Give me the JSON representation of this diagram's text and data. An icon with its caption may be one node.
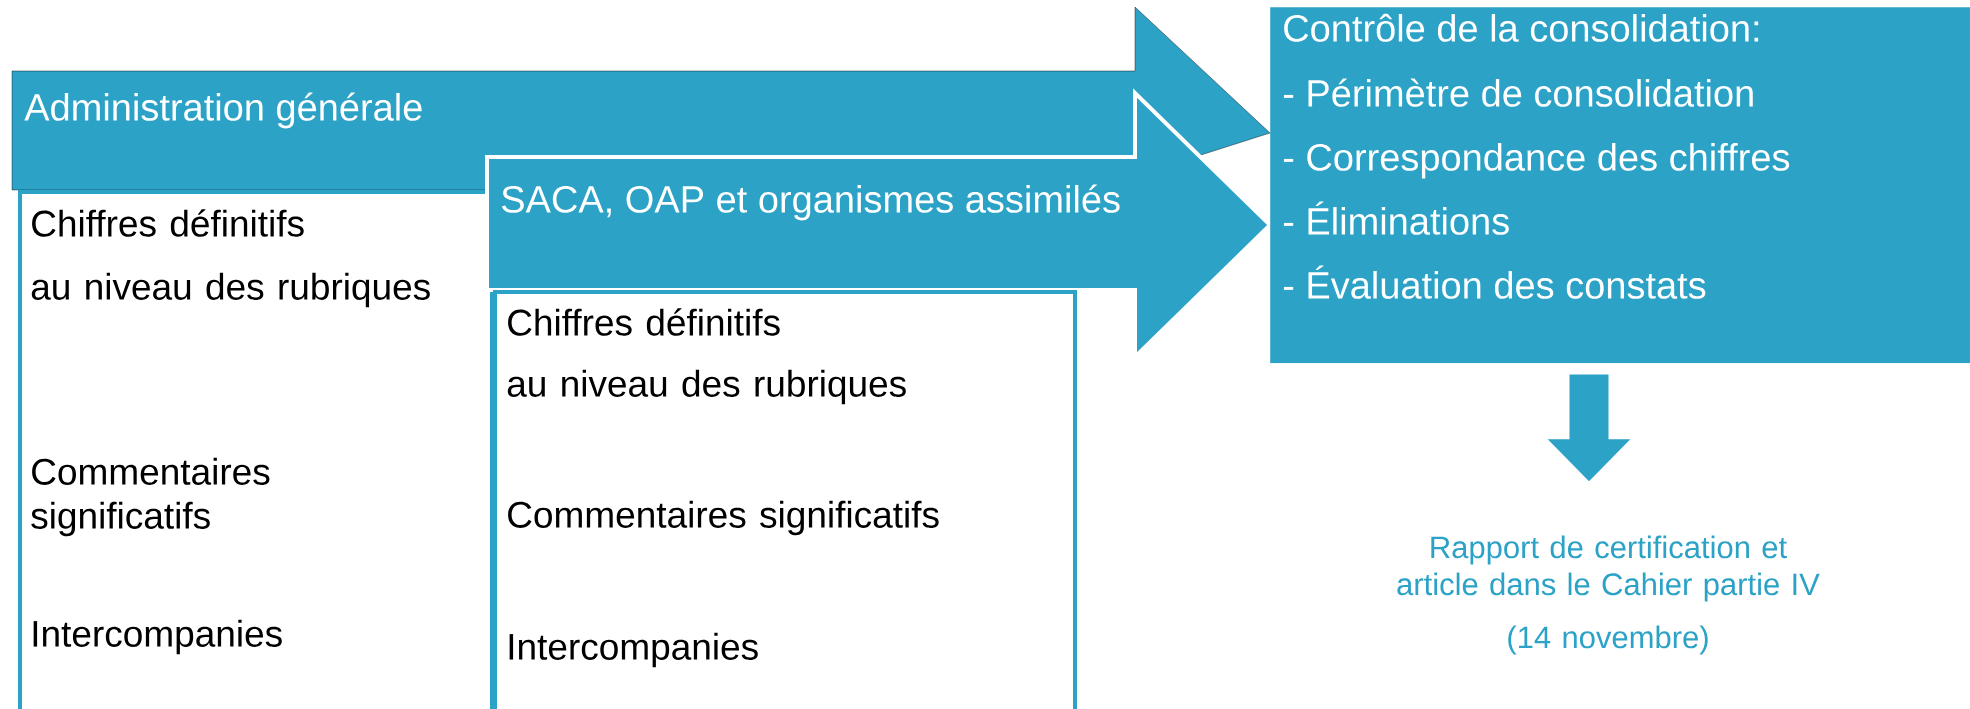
{
  "diagram": {
    "nodes": [
      {
        "text": [
          "Administration générale"
        ]
      },
      {
        "text": [
          "Chiffres définitifs",
          "au niveau des rubriques",
          "Commentaires significatifs",
          "Intercompanies"
        ]
      },
      {
        "text": [
          "SACA, OAP et organismes assimilés"
        ]
      },
      {
        "text": [
          "Chiffres définitifs",
          "au niveau des rubriques",
          "Commentaires significatifs",
          "Intercompanies"
        ]
      },
      {
        "text": [
          "Contrôle de la consolidation:",
          "- Périmètre de consolidation",
          "- Correspondance des chiffres",
          "- Éliminations",
          "- Évaluation des constats"
        ]
      },
      {
        "text": [
          "Rapport de certification et article dans le Cahier partie IV",
          "(14 novembre)"
        ]
      }
    ],
    "edges": [
      {
        "from": 4,
        "to": 5,
        "arrow": "to"
      }
    ]
  }
}
